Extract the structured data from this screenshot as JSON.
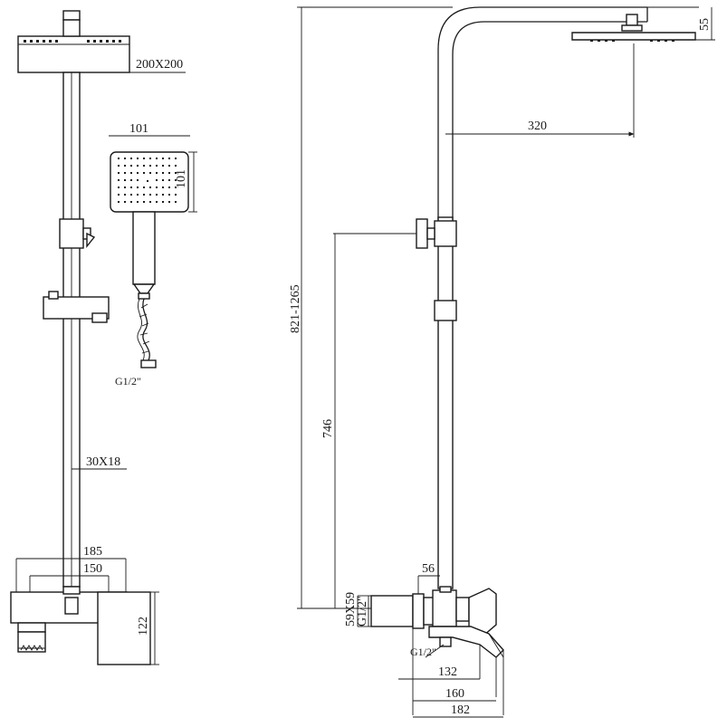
{
  "labels": {
    "head_size": "200X200",
    "hand_width": "101",
    "hand_height": "101",
    "hose_thread": "G1/2\"",
    "rail_section": "30X18",
    "mixer_width": "185",
    "mixer_inner": "150",
    "mixer_height": "122",
    "total_height": "821-1265",
    "arm_length": "320",
    "head_thickness": "55",
    "outlet_height": "746",
    "pipe_offset": "56",
    "flange_size": "59X59",
    "inlet_thread": "G1/2\"",
    "spout_thread": "G1/2\"",
    "spout_132": "132",
    "spout_160": "160",
    "spout_182": "182"
  }
}
